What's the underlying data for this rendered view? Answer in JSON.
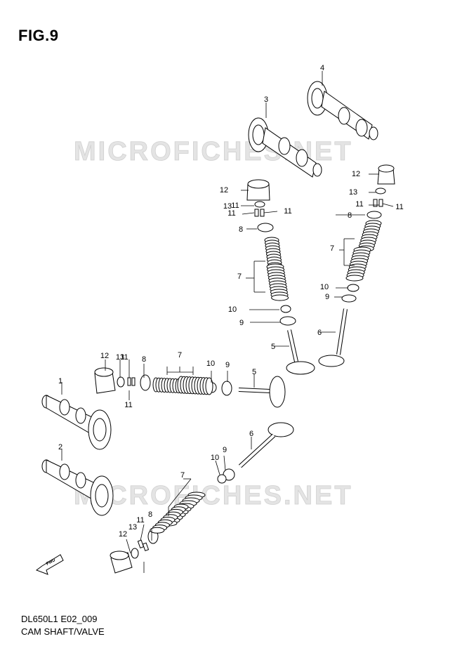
{
  "figure": {
    "title": "FIG.9",
    "code": "DL650L1 E02_009",
    "caption": "CAM SHAFT/VALVE"
  },
  "watermark": "MICROFICHES.NET",
  "callouts": [
    "1",
    "2",
    "3",
    "4",
    "5",
    "5",
    "6",
    "6",
    "7",
    "7",
    "7",
    "7",
    "8",
    "8",
    "8",
    "8",
    "9",
    "9",
    "9",
    "9",
    "10",
    "10",
    "10",
    "10",
    "11",
    "11",
    "11",
    "11",
    "11",
    "11",
    "11",
    "11",
    "12",
    "12",
    "12",
    "12",
    "13",
    "13",
    "13",
    "13"
  ],
  "fwd_label": "FWD"
}
